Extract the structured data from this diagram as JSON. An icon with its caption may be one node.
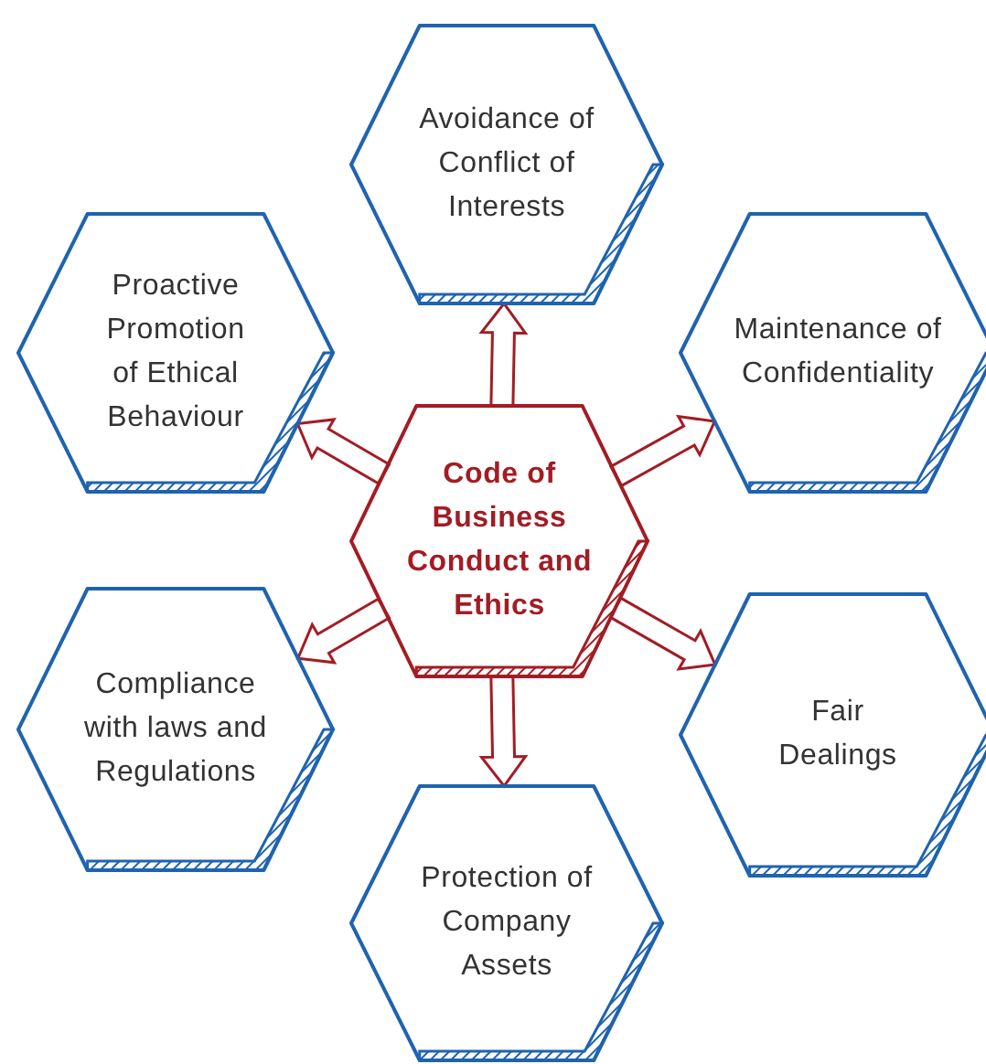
{
  "diagram": {
    "nodes": [
      {
        "text": [
          "Avoidance of Conflict of Interests"
        ]
      },
      {
        "text": [
          "Proactive Promotion of Ethical Behaviour"
        ]
      },
      {
        "text": [
          "Maintenance of Confidentiality"
        ]
      },
      {
        "text": [
          "Code of Business Conduct and Ethics"
        ]
      },
      {
        "text": [
          "Compliance with laws and Regulations"
        ]
      },
      {
        "text": [
          "Fair Dealings"
        ]
      },
      {
        "text": [
          "Protection of Company Assets"
        ]
      }
    ],
    "edges": [
      {
        "from": 3,
        "to": 0,
        "arrow": "to"
      },
      {
        "from": 3,
        "to": 1,
        "arrow": "to"
      },
      {
        "from": 3,
        "to": 2,
        "arrow": "to"
      },
      {
        "from": 3,
        "to": 4,
        "arrow": "to"
      },
      {
        "from": 3,
        "to": 5,
        "arrow": "to"
      },
      {
        "from": 3,
        "to": 6,
        "arrow": "to"
      }
    ]
  }
}
